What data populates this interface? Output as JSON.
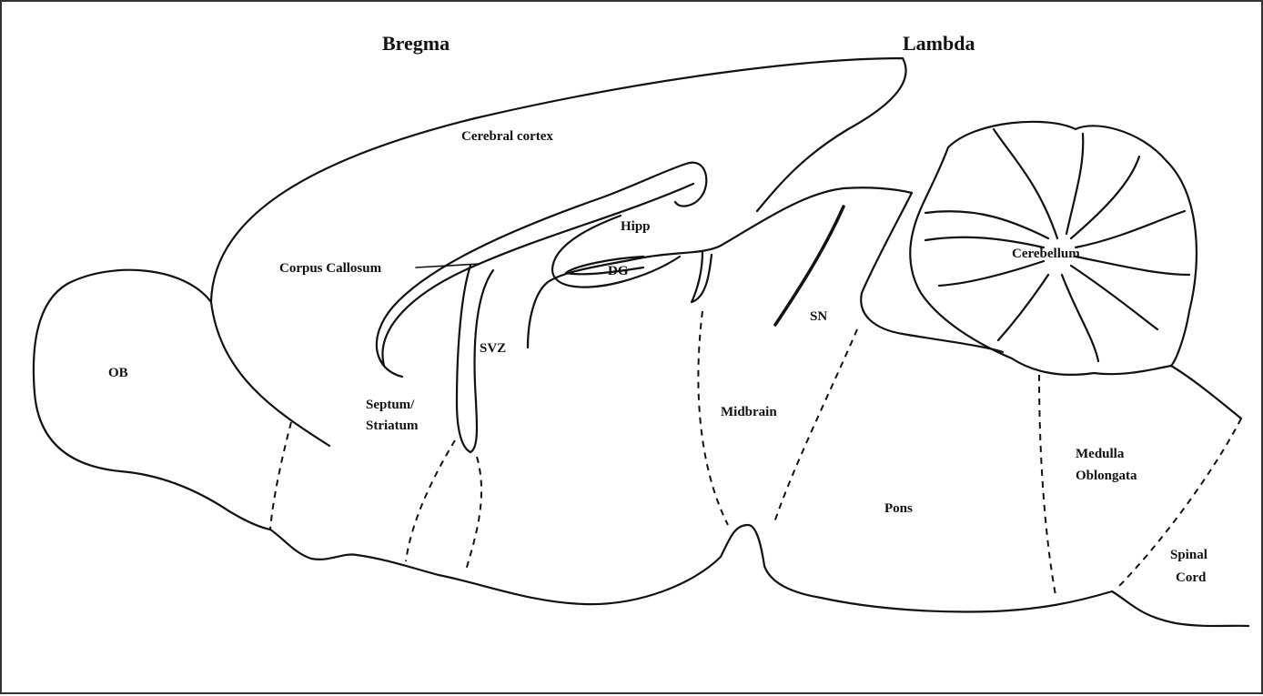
{
  "labels": {
    "bregma": "Bregma",
    "lambda": "Lambda",
    "cerebral_cortex": "Cerebral cortex",
    "hipp": "Hipp",
    "dg": "DG",
    "corpus_callosum": "Corpus Callosum",
    "svz": "SVZ",
    "ob": "OB",
    "septum_line1": "Septum/",
    "septum_line2": "Striatum",
    "midbrain": "Midbrain",
    "sn": "SN",
    "cerebellum": "Cerebellum",
    "pons": "Pons",
    "medulla_line1": "Medulla",
    "medulla_line2": "Oblongata",
    "spinal_line1": "Spinal",
    "spinal_line2": "Cord"
  },
  "colors": {
    "line": "#111111",
    "background": "#ffffff",
    "frame": "#333333"
  }
}
